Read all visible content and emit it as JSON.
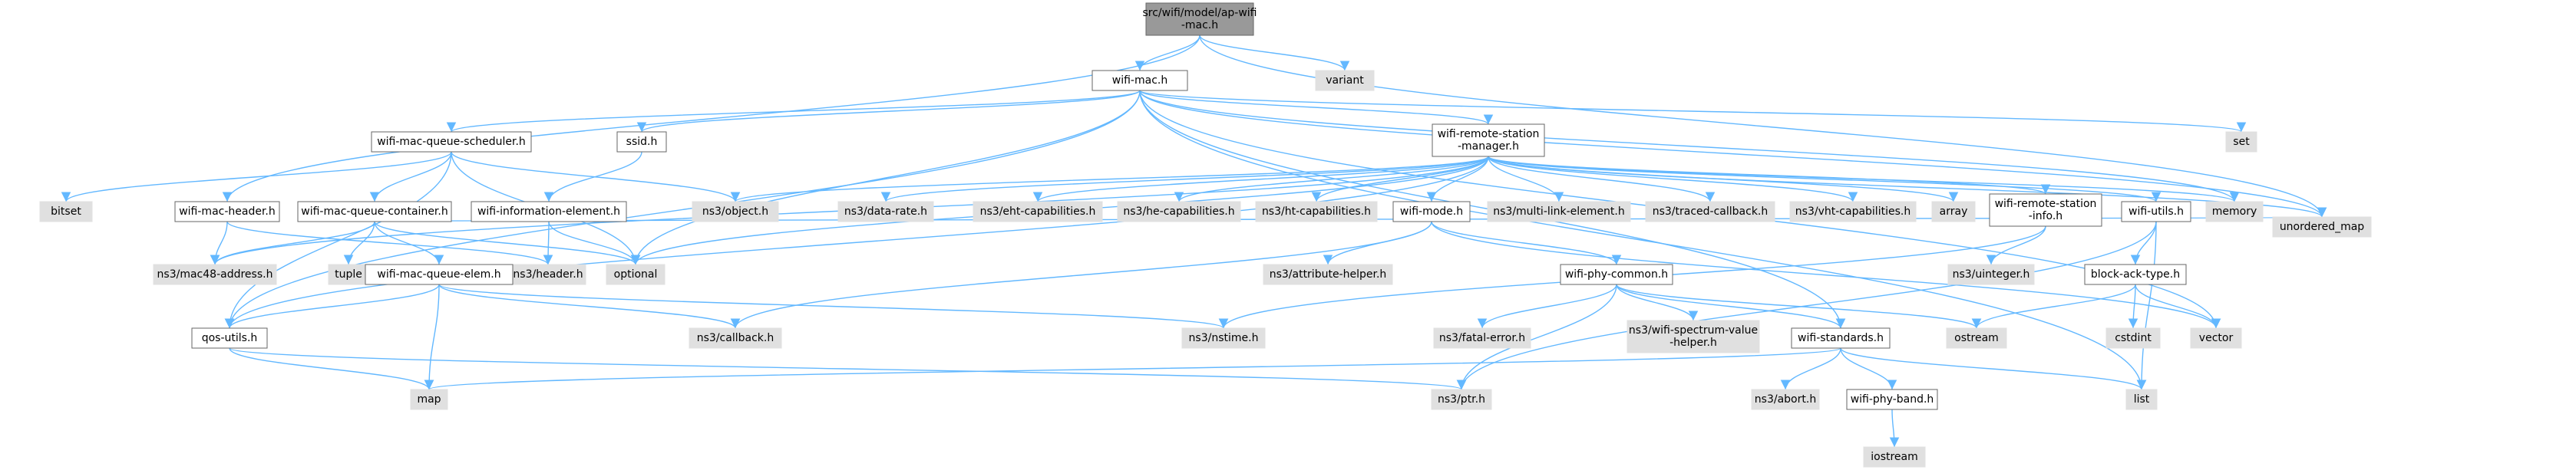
{
  "colors": {
    "background": "#ffffff",
    "root_fill": "#999999",
    "local_fill": "#ffffff",
    "system_fill": "#e0e0e0",
    "border": "#999999",
    "edge": "#63b8ff"
  },
  "nodes": [
    {
      "id": "ap-wifi-mac",
      "lines": [
        "src/wifi/model/ap-wifi",
        "-mac.h"
      ],
      "kind": "root"
    },
    {
      "id": "wifi-mac",
      "lines": [
        "wifi-mac.h"
      ],
      "kind": "local"
    },
    {
      "id": "variant",
      "lines": [
        "variant"
      ],
      "kind": "system"
    },
    {
      "id": "wifi-mac-queue-scheduler",
      "lines": [
        "wifi-mac-queue-scheduler.h"
      ],
      "kind": "local"
    },
    {
      "id": "ssid",
      "lines": [
        "ssid.h"
      ],
      "kind": "local"
    },
    {
      "id": "wifi-remote-station-manager",
      "lines": [
        "wifi-remote-station",
        "-manager.h"
      ],
      "kind": "local"
    },
    {
      "id": "set",
      "lines": [
        "set"
      ],
      "kind": "system"
    },
    {
      "id": "bitset",
      "lines": [
        "bitset"
      ],
      "kind": "system"
    },
    {
      "id": "wifi-mac-header",
      "lines": [
        "wifi-mac-header.h"
      ],
      "kind": "local"
    },
    {
      "id": "wifi-mac-queue-container",
      "lines": [
        "wifi-mac-queue-container.h"
      ],
      "kind": "local"
    },
    {
      "id": "wifi-information-element",
      "lines": [
        "wifi-information-element.h"
      ],
      "kind": "local"
    },
    {
      "id": "ns3-object",
      "lines": [
        "ns3/object.h"
      ],
      "kind": "system"
    },
    {
      "id": "ns3-data-rate",
      "lines": [
        "ns3/data-rate.h"
      ],
      "kind": "system"
    },
    {
      "id": "ns3-eht-capabilities",
      "lines": [
        "ns3/eht-capabilities.h"
      ],
      "kind": "system"
    },
    {
      "id": "ns3-he-capabilities",
      "lines": [
        "ns3/he-capabilities.h"
      ],
      "kind": "system"
    },
    {
      "id": "ns3-ht-capabilities",
      "lines": [
        "ns3/ht-capabilities.h"
      ],
      "kind": "system"
    },
    {
      "id": "wifi-mode",
      "lines": [
        "wifi-mode.h"
      ],
      "kind": "local"
    },
    {
      "id": "ns3-multi-link-element",
      "lines": [
        "ns3/multi-link-element.h"
      ],
      "kind": "system"
    },
    {
      "id": "ns3-traced-callback",
      "lines": [
        "ns3/traced-callback.h"
      ],
      "kind": "system"
    },
    {
      "id": "ns3-vht-capabilities",
      "lines": [
        "ns3/vht-capabilities.h"
      ],
      "kind": "system"
    },
    {
      "id": "array",
      "lines": [
        "array"
      ],
      "kind": "system"
    },
    {
      "id": "wifi-remote-station-info",
      "lines": [
        "wifi-remote-station",
        "-info.h"
      ],
      "kind": "local"
    },
    {
      "id": "wifi-utils",
      "lines": [
        "wifi-utils.h"
      ],
      "kind": "local"
    },
    {
      "id": "memory",
      "lines": [
        "memory"
      ],
      "kind": "system"
    },
    {
      "id": "unordered_map",
      "lines": [
        "unordered_map"
      ],
      "kind": "system"
    },
    {
      "id": "ns3-mac48-address",
      "lines": [
        "ns3/mac48-address.h"
      ],
      "kind": "system"
    },
    {
      "id": "tuple",
      "lines": [
        "tuple"
      ],
      "kind": "system"
    },
    {
      "id": "ns3-header",
      "lines": [
        "ns3/header.h"
      ],
      "kind": "system"
    },
    {
      "id": "optional",
      "lines": [
        "optional"
      ],
      "kind": "system"
    },
    {
      "id": "ns3-attribute-helper",
      "lines": [
        "ns3/attribute-helper.h"
      ],
      "kind": "system"
    },
    {
      "id": "wifi-phy-common",
      "lines": [
        "wifi-phy-common.h"
      ],
      "kind": "local"
    },
    {
      "id": "ns3-uinteger",
      "lines": [
        "ns3/uinteger.h"
      ],
      "kind": "system"
    },
    {
      "id": "block-ack-type",
      "lines": [
        "block-ack-type.h"
      ],
      "kind": "local"
    },
    {
      "id": "wifi-mac-queue-elem",
      "lines": [
        "wifi-mac-queue-elem.h"
      ],
      "kind": "local"
    },
    {
      "id": "ns3-callback",
      "lines": [
        "ns3/callback.h"
      ],
      "kind": "system"
    },
    {
      "id": "ns3-nstime",
      "lines": [
        "ns3/nstime.h"
      ],
      "kind": "system"
    },
    {
      "id": "ns3-fatal-error",
      "lines": [
        "ns3/fatal-error.h"
      ],
      "kind": "system"
    },
    {
      "id": "ns3-wifi-spectrum-value-helper",
      "lines": [
        "ns3/wifi-spectrum-value",
        "-helper.h"
      ],
      "kind": "system"
    },
    {
      "id": "ostream",
      "lines": [
        "ostream"
      ],
      "kind": "system"
    },
    {
      "id": "cstdint",
      "lines": [
        "cstdint"
      ],
      "kind": "system"
    },
    {
      "id": "vector",
      "lines": [
        "vector"
      ],
      "kind": "system"
    },
    {
      "id": "qos-utils",
      "lines": [
        "qos-utils.h"
      ],
      "kind": "local"
    },
    {
      "id": "wifi-standards",
      "lines": [
        "wifi-standards.h"
      ],
      "kind": "local"
    },
    {
      "id": "map",
      "lines": [
        "map"
      ],
      "kind": "system"
    },
    {
      "id": "ns3-ptr",
      "lines": [
        "ns3/ptr.h"
      ],
      "kind": "system"
    },
    {
      "id": "ns3-abort",
      "lines": [
        "ns3/abort.h"
      ],
      "kind": "system"
    },
    {
      "id": "wifi-phy-band",
      "lines": [
        "wifi-phy-band.h"
      ],
      "kind": "local"
    },
    {
      "id": "list",
      "lines": [
        "list"
      ],
      "kind": "system"
    },
    {
      "id": "iostream",
      "lines": [
        "iostream"
      ],
      "kind": "system"
    }
  ],
  "edges": [
    [
      "ap-wifi-mac",
      "wifi-mac"
    ],
    [
      "ap-wifi-mac",
      "variant"
    ],
    [
      "ap-wifi-mac",
      "wifi-mac-header"
    ],
    [
      "ap-wifi-mac",
      "unordered_map"
    ],
    [
      "wifi-mac",
      "wifi-mac-queue-scheduler"
    ],
    [
      "wifi-mac",
      "ssid"
    ],
    [
      "wifi-mac",
      "wifi-remote-station-manager"
    ],
    [
      "wifi-mac",
      "set"
    ],
    [
      "wifi-mac",
      "memory"
    ],
    [
      "wifi-mac",
      "unordered_map"
    ],
    [
      "wifi-mac",
      "vector"
    ],
    [
      "wifi-mac",
      "list"
    ],
    [
      "wifi-mac",
      "wifi-standards"
    ],
    [
      "wifi-mac",
      "optional"
    ],
    [
      "wifi-mac",
      "qos-utils"
    ],
    [
      "wifi-mac-queue-scheduler",
      "bitset"
    ],
    [
      "wifi-mac-queue-scheduler",
      "wifi-mac-queue-container"
    ],
    [
      "wifi-mac-queue-scheduler",
      "ns3-object"
    ],
    [
      "wifi-mac-queue-scheduler",
      "optional"
    ],
    [
      "wifi-mac-queue-scheduler",
      "qos-utils"
    ],
    [
      "ssid",
      "wifi-information-element"
    ],
    [
      "wifi-remote-station-manager",
      "ns3-object"
    ],
    [
      "wifi-remote-station-manager",
      "ns3-data-rate"
    ],
    [
      "wifi-remote-station-manager",
      "ns3-eht-capabilities"
    ],
    [
      "wifi-remote-station-manager",
      "ns3-he-capabilities"
    ],
    [
      "wifi-remote-station-manager",
      "ns3-ht-capabilities"
    ],
    [
      "wifi-remote-station-manager",
      "wifi-mode"
    ],
    [
      "wifi-remote-station-manager",
      "ns3-multi-link-element"
    ],
    [
      "wifi-remote-station-manager",
      "ns3-traced-callback"
    ],
    [
      "wifi-remote-station-manager",
      "ns3-vht-capabilities"
    ],
    [
      "wifi-remote-station-manager",
      "array"
    ],
    [
      "wifi-remote-station-manager",
      "wifi-remote-station-info"
    ],
    [
      "wifi-remote-station-manager",
      "wifi-utils"
    ],
    [
      "wifi-remote-station-manager",
      "memory"
    ],
    [
      "wifi-remote-station-manager",
      "unordered_map"
    ],
    [
      "wifi-remote-station-manager",
      "optional"
    ],
    [
      "wifi-remote-station-manager",
      "ns3-mac48-address"
    ],
    [
      "wifi-remote-station-manager",
      "qos-utils"
    ],
    [
      "wifi-mac-header",
      "ns3-mac48-address"
    ],
    [
      "wifi-mac-header",
      "ns3-header"
    ],
    [
      "wifi-mac-queue-container",
      "ns3-mac48-address"
    ],
    [
      "wifi-mac-queue-container",
      "tuple"
    ],
    [
      "wifi-mac-queue-container",
      "wifi-mac-queue-elem"
    ],
    [
      "wifi-mac-queue-container",
      "optional"
    ],
    [
      "wifi-mac-queue-container",
      "unordered_map"
    ],
    [
      "wifi-information-element",
      "ns3-header"
    ],
    [
      "wifi-information-element",
      "optional"
    ],
    [
      "wifi-mode",
      "ns3-attribute-helper"
    ],
    [
      "wifi-mode",
      "wifi-phy-common"
    ],
    [
      "wifi-mode",
      "ns3-callback"
    ],
    [
      "wifi-mode",
      "vector"
    ],
    [
      "wifi-remote-station-info",
      "ns3-uinteger"
    ],
    [
      "wifi-remote-station-info",
      "ns3-nstime"
    ],
    [
      "wifi-utils",
      "block-ack-type"
    ],
    [
      "wifi-utils",
      "ns3-ptr"
    ],
    [
      "wifi-utils",
      "list"
    ],
    [
      "wifi-mac-queue-elem",
      "ns3-callback"
    ],
    [
      "wifi-mac-queue-elem",
      "ns3-nstime"
    ],
    [
      "wifi-mac-queue-elem",
      "map"
    ],
    [
      "wifi-mac-queue-elem",
      "qos-utils"
    ],
    [
      "wifi-phy-common",
      "ns3-fatal-error"
    ],
    [
      "wifi-phy-common",
      "ns3-wifi-spectrum-value-helper"
    ],
    [
      "wifi-phy-common",
      "ostream"
    ],
    [
      "wifi-phy-common",
      "wifi-standards"
    ],
    [
      "wifi-phy-common",
      "ns3-ptr"
    ],
    [
      "block-ack-type",
      "ostream"
    ],
    [
      "block-ack-type",
      "cstdint"
    ],
    [
      "block-ack-type",
      "vector"
    ],
    [
      "qos-utils",
      "map"
    ],
    [
      "qos-utils",
      "ns3-ptr"
    ],
    [
      "wifi-standards",
      "ns3-abort"
    ],
    [
      "wifi-standards",
      "wifi-phy-band"
    ],
    [
      "wifi-standards",
      "list"
    ],
    [
      "wifi-standards",
      "map"
    ],
    [
      "wifi-phy-band",
      "iostream"
    ]
  ]
}
